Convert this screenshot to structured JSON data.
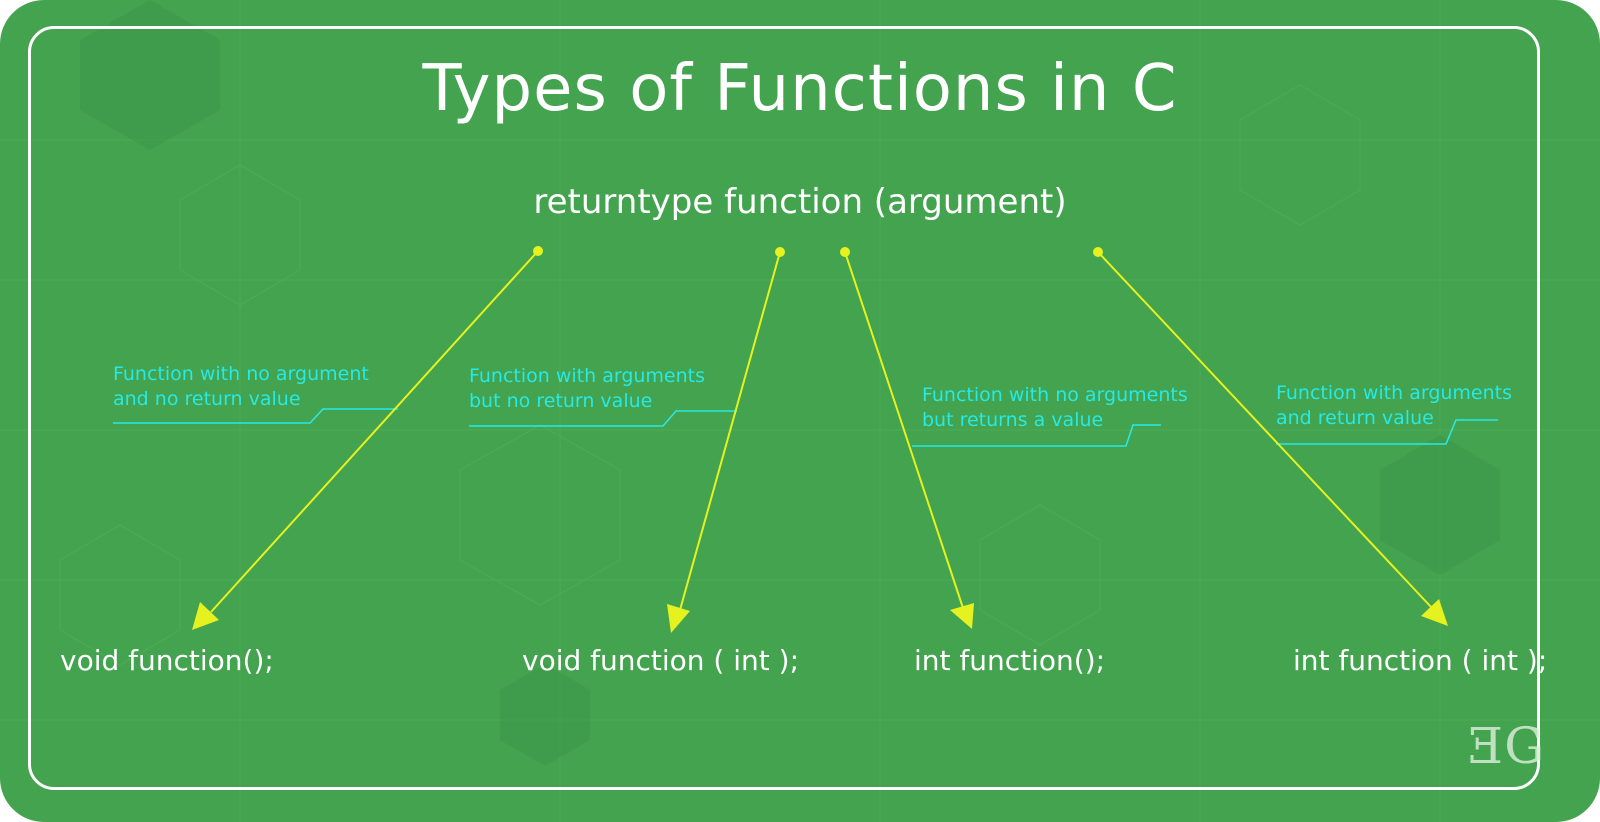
{
  "title": "Types of Functions in C",
  "syntax": "returntype function (argument)",
  "colors": {
    "background": "#43a34f",
    "pointer": "#e6f21f",
    "label": "#27e9e6",
    "text": "#ffffff"
  },
  "types": [
    {
      "label_line1": "Function with no argument",
      "label_line2": "and no return value",
      "declaration": "void function();"
    },
    {
      "label_line1": "Function with arguments",
      "label_line2": "but no return value",
      "declaration": "void function ( int );"
    },
    {
      "label_line1": "Function with no arguments",
      "label_line2": "but returns a value",
      "declaration": "int function();"
    },
    {
      "label_line1": "Function with arguments",
      "label_line2": "and return value",
      "declaration": "int function ( int );"
    }
  ],
  "logo": {
    "icon": "gfg-logo-icon",
    "text": "ƎG"
  }
}
